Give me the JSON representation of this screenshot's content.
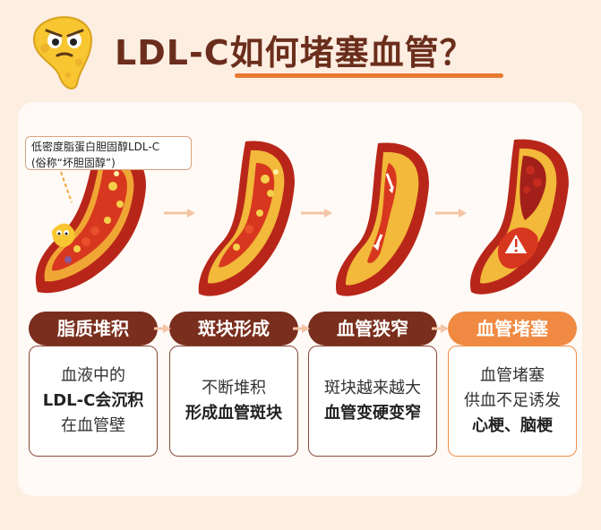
{
  "title": "LDL-C如何堵塞血管？",
  "callout": {
    "line1": "低密度脂蛋白胆固醇LDL-C",
    "line2": "(俗称“坏胆固醇”)"
  },
  "stages": [
    {
      "label": "脂质堆积",
      "lines": [
        "血液中的",
        "LDL-C会沉积",
        "在血管壁"
      ]
    },
    {
      "label": "斑块形成",
      "lines": [
        "不断堆积",
        "形成血管斑块"
      ]
    },
    {
      "label": "血管狭窄",
      "lines": [
        "斑块越来越大",
        "血管变硬变窄"
      ]
    },
    {
      "label": "血管堵塞",
      "lines": [
        "血管堵塞",
        "供血不足诱发",
        "心梗、脑梗"
      ]
    }
  ],
  "colors": {
    "title": "#6b2e1c",
    "label": "#7a2e1d",
    "alert": "#f08a42",
    "artery": "#d8371f",
    "plaque": "#f3c33a"
  }
}
